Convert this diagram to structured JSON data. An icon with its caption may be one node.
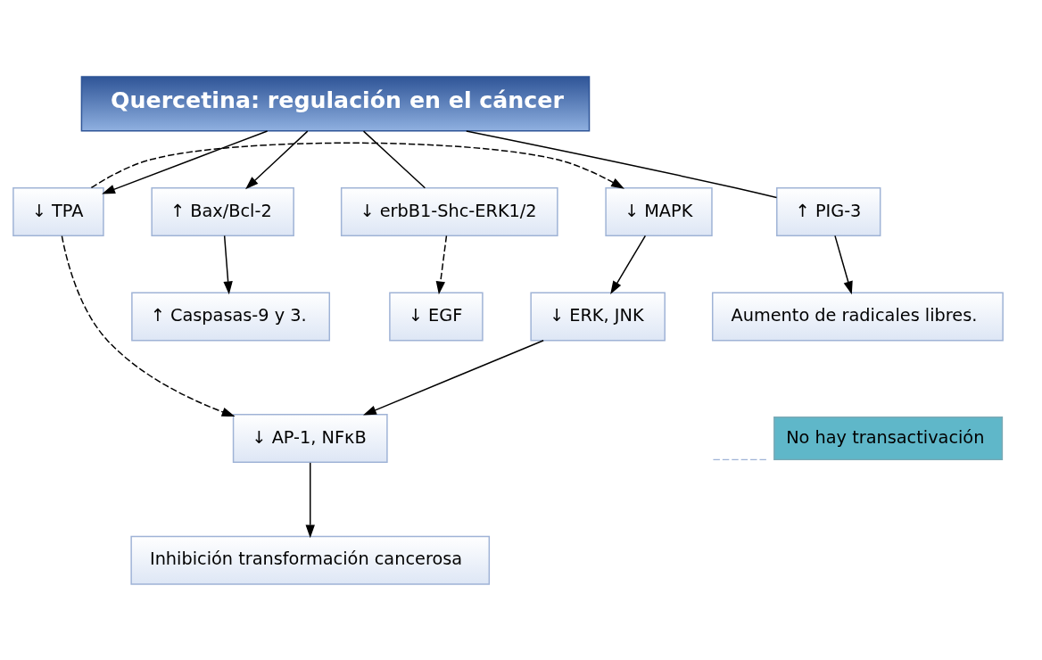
{
  "diagram": {
    "nodes": [
      {
        "text": [
          "Quercetina: regulación en el cáncer"
        ]
      },
      {
        "text": [
          "↑ PIG-3"
        ]
      },
      {
        "text": [
          "Aumento de radicales libres."
        ]
      },
      {
        "text": [
          "↑ Bax/Bcl-2"
        ]
      },
      {
        "text": [
          "↑ Caspasas-9 y 3."
        ]
      },
      {
        "text": [
          "↓ TPA"
        ]
      },
      {
        "text": [
          "↓ MAPK"
        ]
      },
      {
        "text": [
          "↓ AP-1, NFκB"
        ]
      },
      {
        "text": [
          "↓ ERK, JNK"
        ]
      },
      {
        "text": [
          "Inhibición transformación cancerosa"
        ]
      },
      {
        "text": [
          "↓ erbB1-Shc-ERK1/2"
        ]
      },
      {
        "text": [
          "↓ EGF"
        ]
      }
    ],
    "edges": [
      {
        "from": 0,
        "to": 1,
        "arrow": "none"
      },
      {
        "from": 0,
        "to": 3,
        "arrow": "to"
      },
      {
        "from": 0,
        "to": 5,
        "arrow": "to"
      },
      {
        "from": 0,
        "to": 10,
        "arrow": "none"
      },
      {
        "from": 1,
        "to": 2,
        "arrow": "to"
      },
      {
        "from": 3,
        "to": 4,
        "arrow": "to"
      },
      {
        "from": 5,
        "to": 6,
        "arrow": "to",
        "style": "dashed"
      },
      {
        "from": 5,
        "to": 7,
        "arrow": "to",
        "style": "dashed"
      },
      {
        "from": 6,
        "to": 8,
        "arrow": "to"
      },
      {
        "from": 8,
        "to": 7,
        "arrow": "to"
      },
      {
        "from": 7,
        "to": 9,
        "arrow": "to"
      },
      {
        "from": 10,
        "to": 11,
        "arrow": "to",
        "style": "dashed"
      }
    ],
    "legend": [
      {
        "text": "No hay transactivación",
        "color": "#5fb7c9"
      }
    ]
  }
}
